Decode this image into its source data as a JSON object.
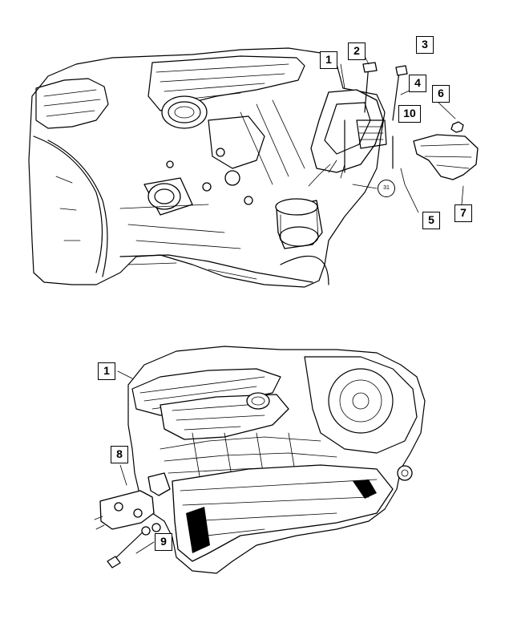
{
  "diagram": {
    "top_view": {
      "callouts": [
        "1",
        "2",
        "3",
        "4",
        "6",
        "10",
        "5",
        "7"
      ],
      "reference_circle": "31"
    },
    "bottom_view": {
      "callouts": [
        "1",
        "8",
        "9"
      ]
    }
  },
  "colors": {
    "ink": "#000000",
    "paper": "#ffffff"
  }
}
